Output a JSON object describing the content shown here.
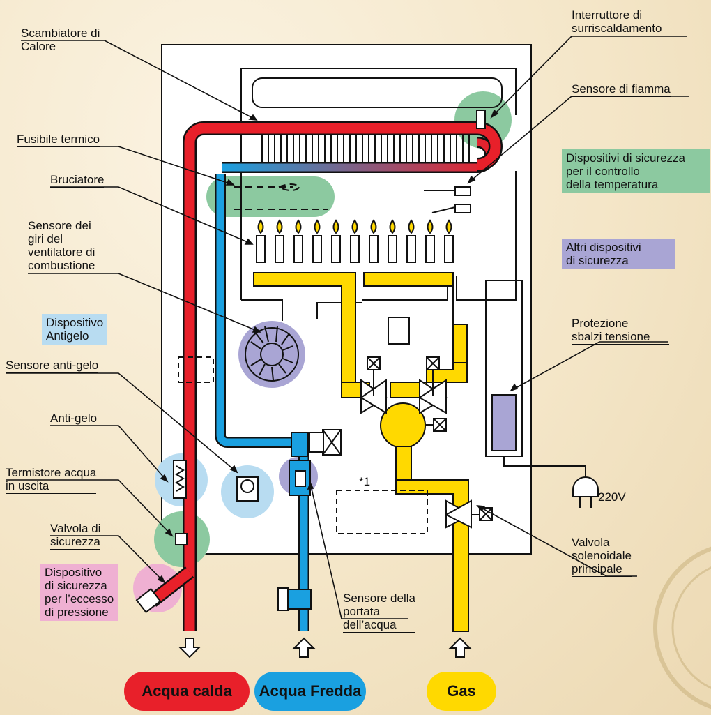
{
  "labels": {
    "heat_exchanger": "Scambiatore di\nCalore",
    "thermal_fuse": "Fusibile termico",
    "burner": "Bruciatore",
    "fan_sensor": "Sensore dei\ngiri del\nventilatore di\ncombustione",
    "antifreeze_device": "Dispositivo\nAntigelo",
    "antifreeze_sensor": "Sensore anti-gelo",
    "antifreeze": "Anti-gelo",
    "outlet_thermistor": "Termistore acqua\nin uscita",
    "safety_valve": "Valvola di\nsicurezza",
    "overpressure_device": "Dispositivo\ndi sicurezza\nper l’eccesso\ndi pressione",
    "overheat_switch": "Interruttore di\nsurriscaldamento",
    "flame_sensor": "Sensore di fiamma",
    "temp_safety_devices": "Dispositivi di sicurezza\nper il controllo\ndella temperatura",
    "other_safety_devices": "Altri dispositivi\ndi sicurezza",
    "surge_protection": "Protezione\nsbalzi tensione",
    "voltage": "220V",
    "main_solenoid_valve": "Valvola\nsolenoidale\nprincipale",
    "water_flow_sensor": "Sensore della\nportata\ndell’acqua",
    "note_marker": "*1"
  },
  "buttons": {
    "hot_water": "Acqua calda",
    "cold_water": "Acqua Fredda",
    "gas": "Gas"
  },
  "colors": {
    "hot": "#e8202a",
    "cold": "#1aa0e0",
    "gas": "#ffd900",
    "green": "#8cc9a0",
    "violet": "#a9a5d4",
    "lightblue": "#b8dcf1",
    "pink": "#efb0d2"
  }
}
